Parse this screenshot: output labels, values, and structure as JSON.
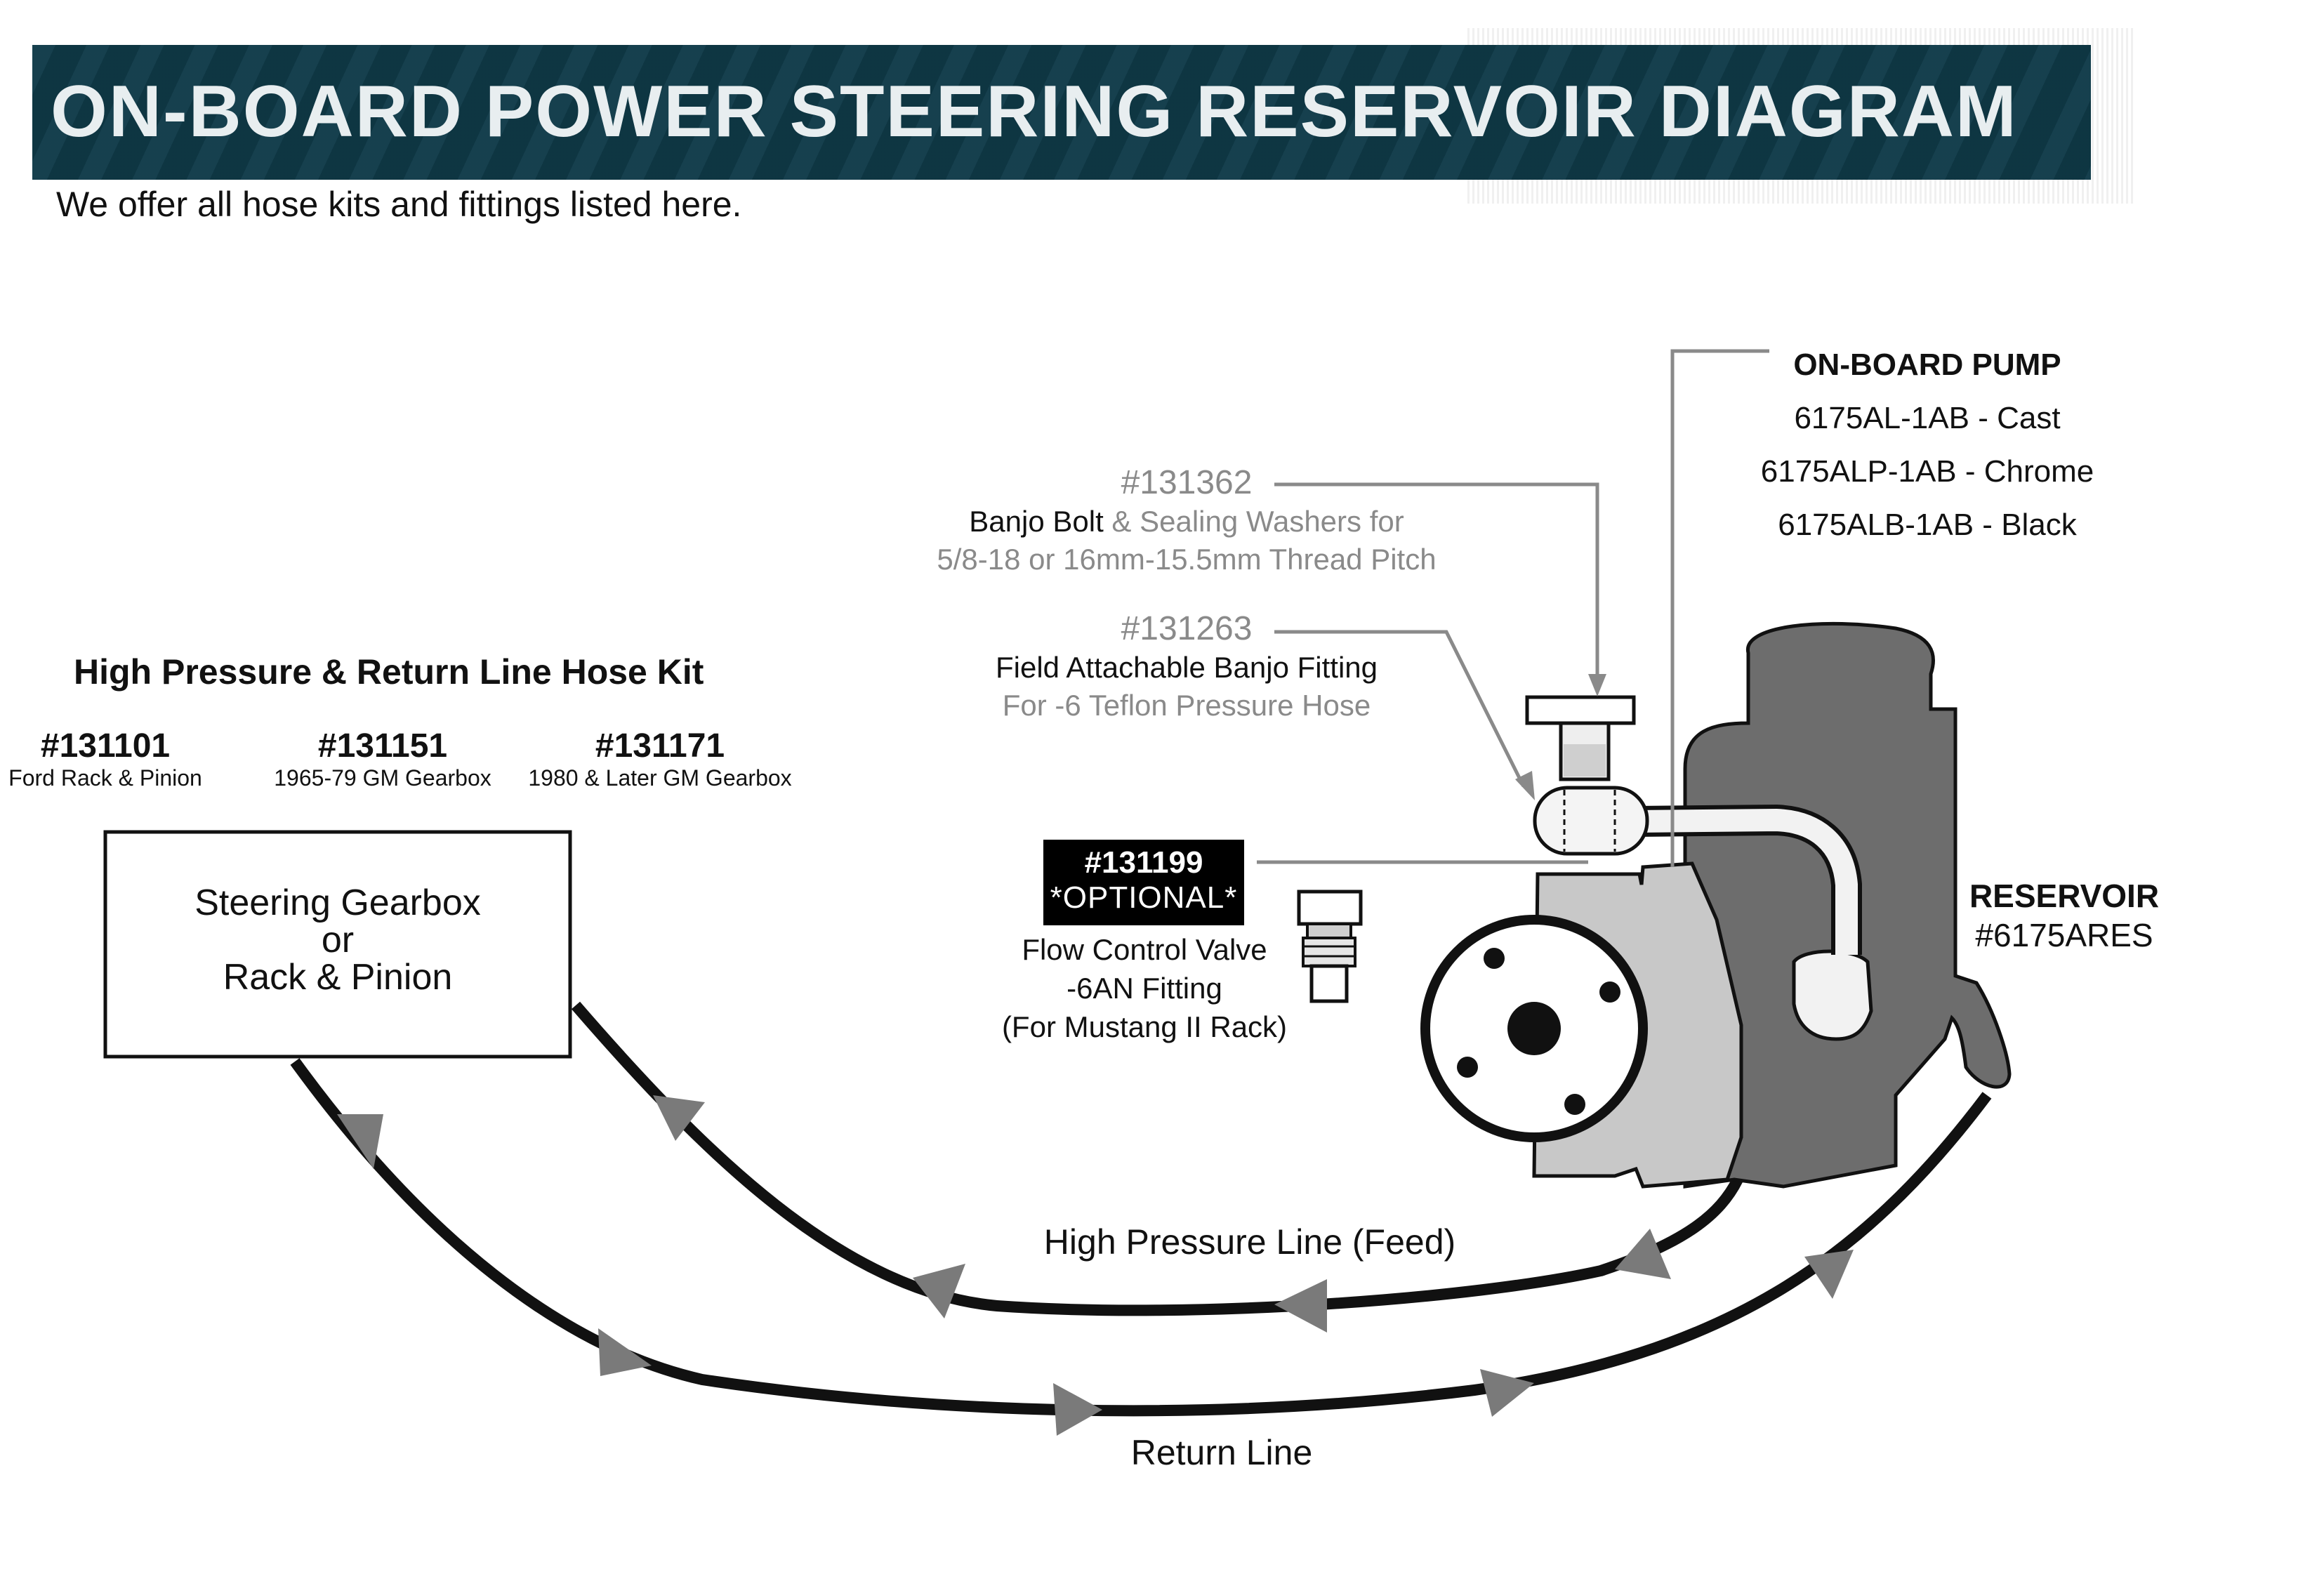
{
  "header": {
    "title": "ON-BOARD POWER STEERING RESERVOIR DIAGRAM",
    "subtitle": "We offer all hose kits and fittings listed here."
  },
  "hose_kit": {
    "title": "High Pressure & Return Line Hose Kit",
    "kits": [
      {
        "number": "#131101",
        "description": "Ford Rack & Pinion"
      },
      {
        "number": "#131151",
        "description": "1965-79 GM Gearbox"
      },
      {
        "number": "#131171",
        "description": "1980 & Later GM Gearbox"
      }
    ]
  },
  "gearbox": {
    "line1": "Steering Gearbox",
    "line2": "or",
    "line3": "Rack & Pinion"
  },
  "banjo_bolt": {
    "number": "#131362",
    "name": "Banjo Bolt",
    "desc_rest": " & Sealing Washers for",
    "line2": "5/8-18 or 16mm-15.5mm Thread Pitch"
  },
  "banjo_fitting": {
    "number": "#131263",
    "line1": "Field Attachable Banjo Fitting",
    "line2": "For -6 Teflon Pressure Hose"
  },
  "flow_valve": {
    "number": "#131199",
    "optional": "*OPTIONAL*",
    "line1": "Flow Control Valve",
    "line2": "-6AN Fitting",
    "line3": "(For Mustang II Rack)"
  },
  "pump": {
    "title": "ON-BOARD PUMP",
    "variants": [
      "6175AL-1AB - Cast",
      "6175ALP-1AB - Chrome",
      "6175ALB-1AB - Black"
    ]
  },
  "reservoir": {
    "title": "RESERVOIR",
    "number": "#6175ARES"
  },
  "lines": {
    "high_pressure": "High Pressure Line (Feed)",
    "return": "Return Line"
  },
  "colors": {
    "banner_bg": "#0f3a48",
    "callout_gray": "#8a8a8a",
    "pump_dark": "#6d6d6d",
    "pump_light": "#c8c8c8",
    "arrow_gray": "#7a7a7a"
  }
}
